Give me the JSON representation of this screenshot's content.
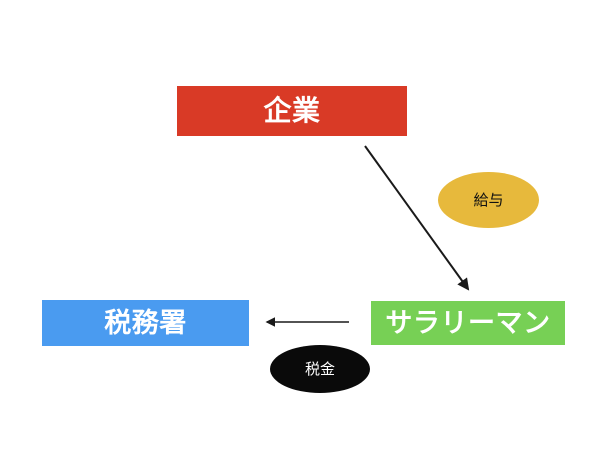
{
  "diagram": {
    "title": "salary-and-tax-flow",
    "background_color": "#ffffff",
    "nodes": {
      "company": {
        "label": "企業",
        "shape": "rectangle",
        "fill_color": "#d93a26",
        "text_color": "#ffffff"
      },
      "salaryman": {
        "label": "サラリーマン",
        "shape": "rectangle",
        "fill_color": "#77d055",
        "text_color": "#ffffff"
      },
      "tax_office": {
        "label": "税務署",
        "shape": "rectangle",
        "fill_color": "#4a9bf0",
        "text_color": "#ffffff"
      },
      "salary": {
        "label": "給与",
        "shape": "ellipse",
        "fill_color": "#e7b93c",
        "text_color": "#111111"
      },
      "tax": {
        "label": "税金",
        "shape": "ellipse",
        "fill_color": "#0a0a0a",
        "text_color": "#ffffff"
      }
    },
    "edges": {
      "company_to_salaryman": {
        "from": "company",
        "to": "salaryman",
        "annotation": "給与",
        "color": "#1a1a1a"
      },
      "salaryman_to_tax_office": {
        "from": "salaryman",
        "to": "tax_office",
        "annotation": "税金",
        "color": "#1a1a1a"
      }
    }
  }
}
